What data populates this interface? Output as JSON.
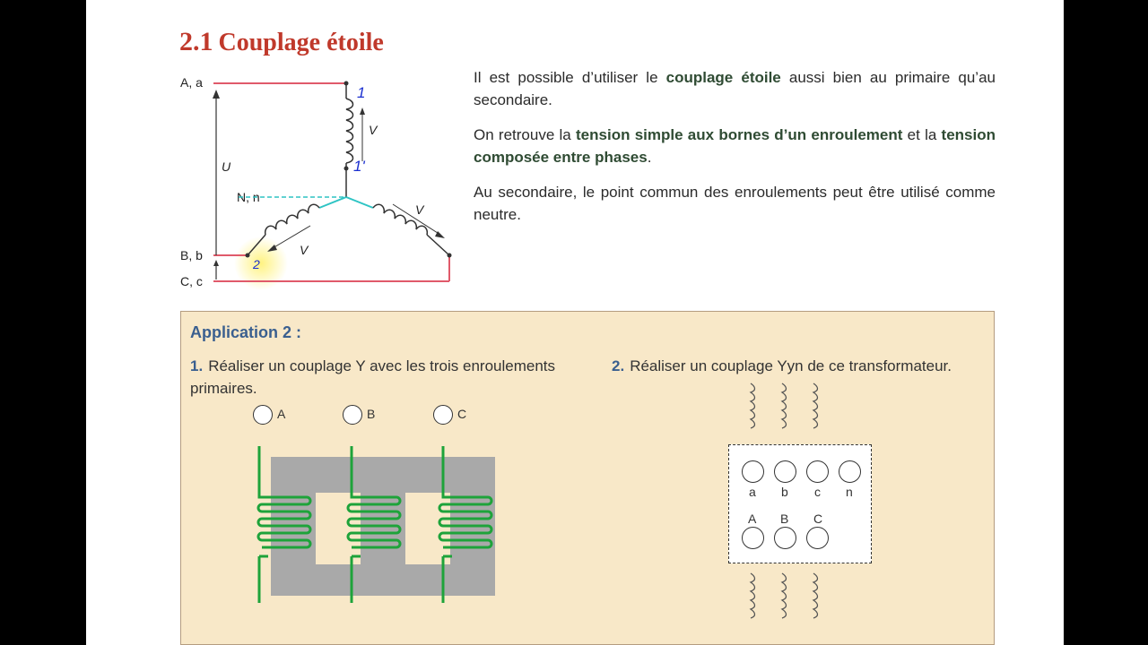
{
  "section": {
    "number": "2.1",
    "title": "Couplage étoile"
  },
  "diagram": {
    "labels": {
      "Aa": "A, a",
      "Bb": "B, b",
      "Cc": "C, c",
      "Nn": "N, n",
      "U": "U",
      "V_top": "V",
      "V_left": "V",
      "V_right": "V"
    },
    "annotations": {
      "top_coil_start": "1",
      "top_coil_end": "1'",
      "left_coil": "2"
    }
  },
  "paragraphs": [
    {
      "pre": "Il est possible d’utiliser le ",
      "bold": "couplage étoile",
      "post": " aussi bien au primaire qu’au secondaire."
    },
    {
      "pre": "On retrouve la ",
      "bold": "tension simple aux bornes d’un enroulement",
      "mid": " et la ",
      "bold2": "tension composée entre phases",
      "post": "."
    },
    {
      "text": "Au secondaire, le point commun des enroulements peut être utilisé comme neutre."
    }
  ],
  "application": {
    "title": "Application 2 :",
    "q1": {
      "num": "1.",
      "text": "Réaliser un couplage Y avec les trois enroulements primaires."
    },
    "q2": {
      "num": "2.",
      "text": "Réaliser un couplage Yyn de ce transformateur."
    },
    "terminals_q1": [
      "A",
      "B",
      "C"
    ],
    "terminals_lower": [
      "a",
      "b",
      "c",
      "n"
    ],
    "terminals_upper": [
      "A",
      "B",
      "C"
    ]
  },
  "colors": {
    "title": "#c0392b",
    "line_phase": "#e05a6a",
    "neutral": "#2ec4c4",
    "coil_green": "#1ea33a",
    "core_gray": "#a9a9a9",
    "box_bg": "#f8e8c8",
    "app_blue": "#3a5f8f",
    "annotation_blue": "#1a2fd0",
    "highlight": "#ffee55"
  }
}
